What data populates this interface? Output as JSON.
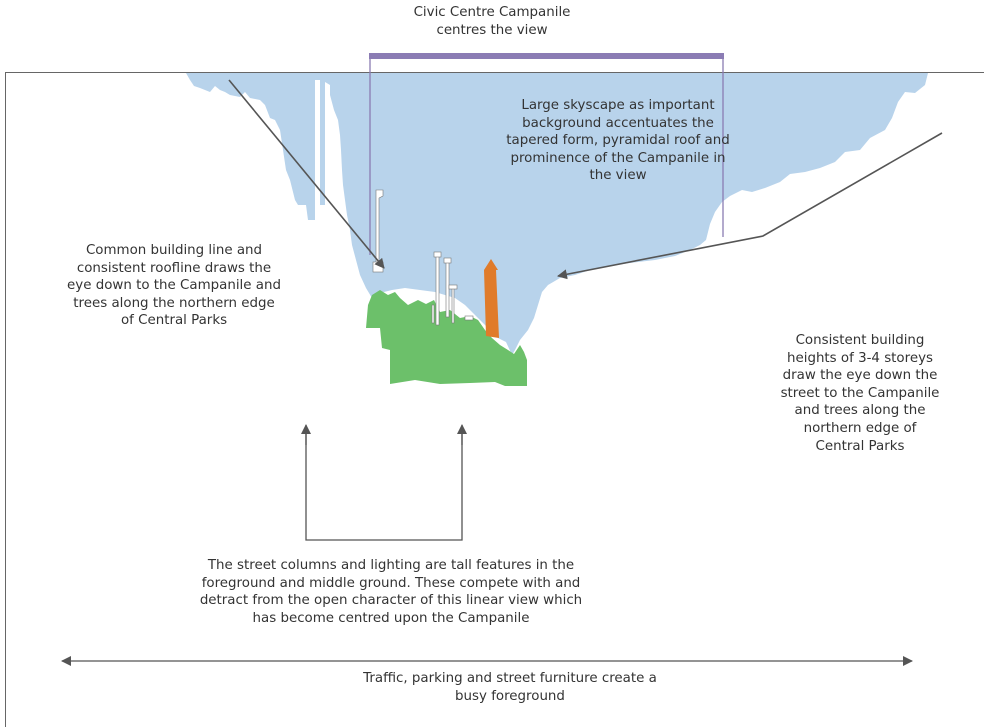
{
  "colors": {
    "sky": "#b8d3eb",
    "trees": "#6cc06a",
    "campanile": "#e07b2a",
    "top_bar": "#8b7cb4",
    "focus_lines": "#8a7cb2",
    "arrows": "#555555",
    "frame": "#666666"
  },
  "annotations": {
    "campanile_title": "Civic Centre Campanile\ncentres the view",
    "skyscape": "Large skyscape as important\nbackground accentuates the\ntapered form, pyramidal roof and\nprominence of the Campanile in\nthe view",
    "building_line": "Common building line and\nconsistent roofline draws the\neye down to the Campanile and\ntrees along the northern edge\nof Central Parks",
    "building_heights": "Consistent building\nheights of 3-4 storeys\ndraw the eye down the\nstreet to the Campanile\nand trees along the\nnorthern edge of\nCentral Parks",
    "street_columns": "The street columns and lighting are tall features in the\nforeground and middle ground. These compete with and\ndetract from the open character of this linear view which\nhas become centred upon the Campanile",
    "foreground": "Traffic, parking and street furniture create a\nbusy foreground"
  }
}
